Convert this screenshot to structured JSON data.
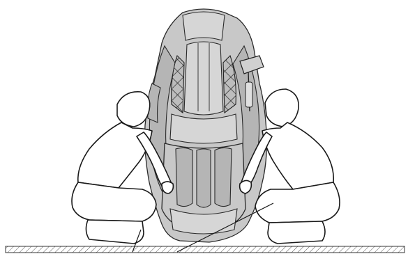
{
  "figure": {
    "colors": {
      "chair_fill": "#c8c8c8",
      "chair_dark": "#b5b5b5",
      "outline": "#1a1a1a",
      "floor_hatch": "#555555",
      "background": "#ffffff"
    },
    "parts": [
      "massage-chair",
      "left-person-lifting",
      "right-person-lifting",
      "floor",
      "remote-control"
    ]
  }
}
